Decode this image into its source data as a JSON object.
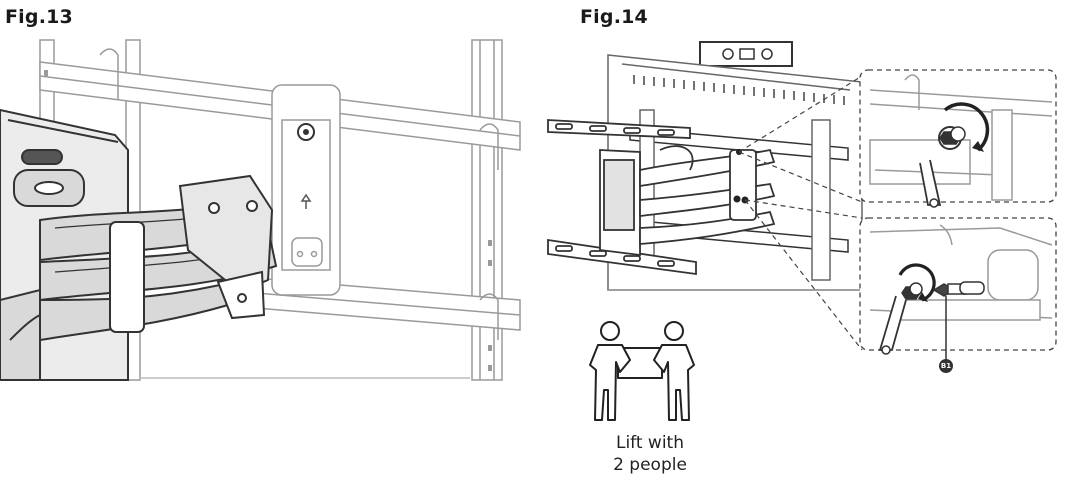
{
  "figures": {
    "fig13": {
      "label": "Fig.13"
    },
    "fig14": {
      "label": "Fig.14",
      "detail_callout": {
        "part_label": "B1"
      }
    }
  },
  "lift_notice": {
    "line1": "Lift with",
    "line2": "2 people",
    "icon": "two-people-lifting-icon"
  },
  "colors": {
    "line": "#333333",
    "light_line": "#9a9a9a",
    "arm_fill": "#d9d9d9",
    "dark_fill": "#555555"
  }
}
